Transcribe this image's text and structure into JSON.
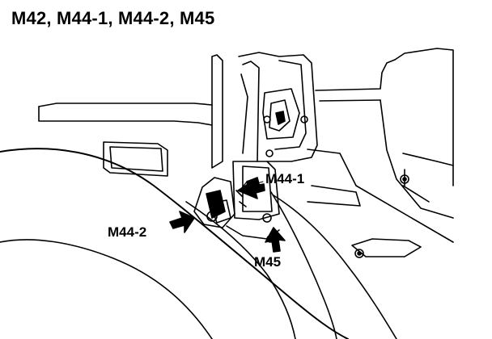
{
  "title": "M42, M44-1, M44-2, M45",
  "callouts": {
    "m44_1": "M44-1",
    "m44_2": "M44-2",
    "m45": "M45"
  },
  "style": {
    "ink": "#000000",
    "paper": "#ffffff"
  }
}
